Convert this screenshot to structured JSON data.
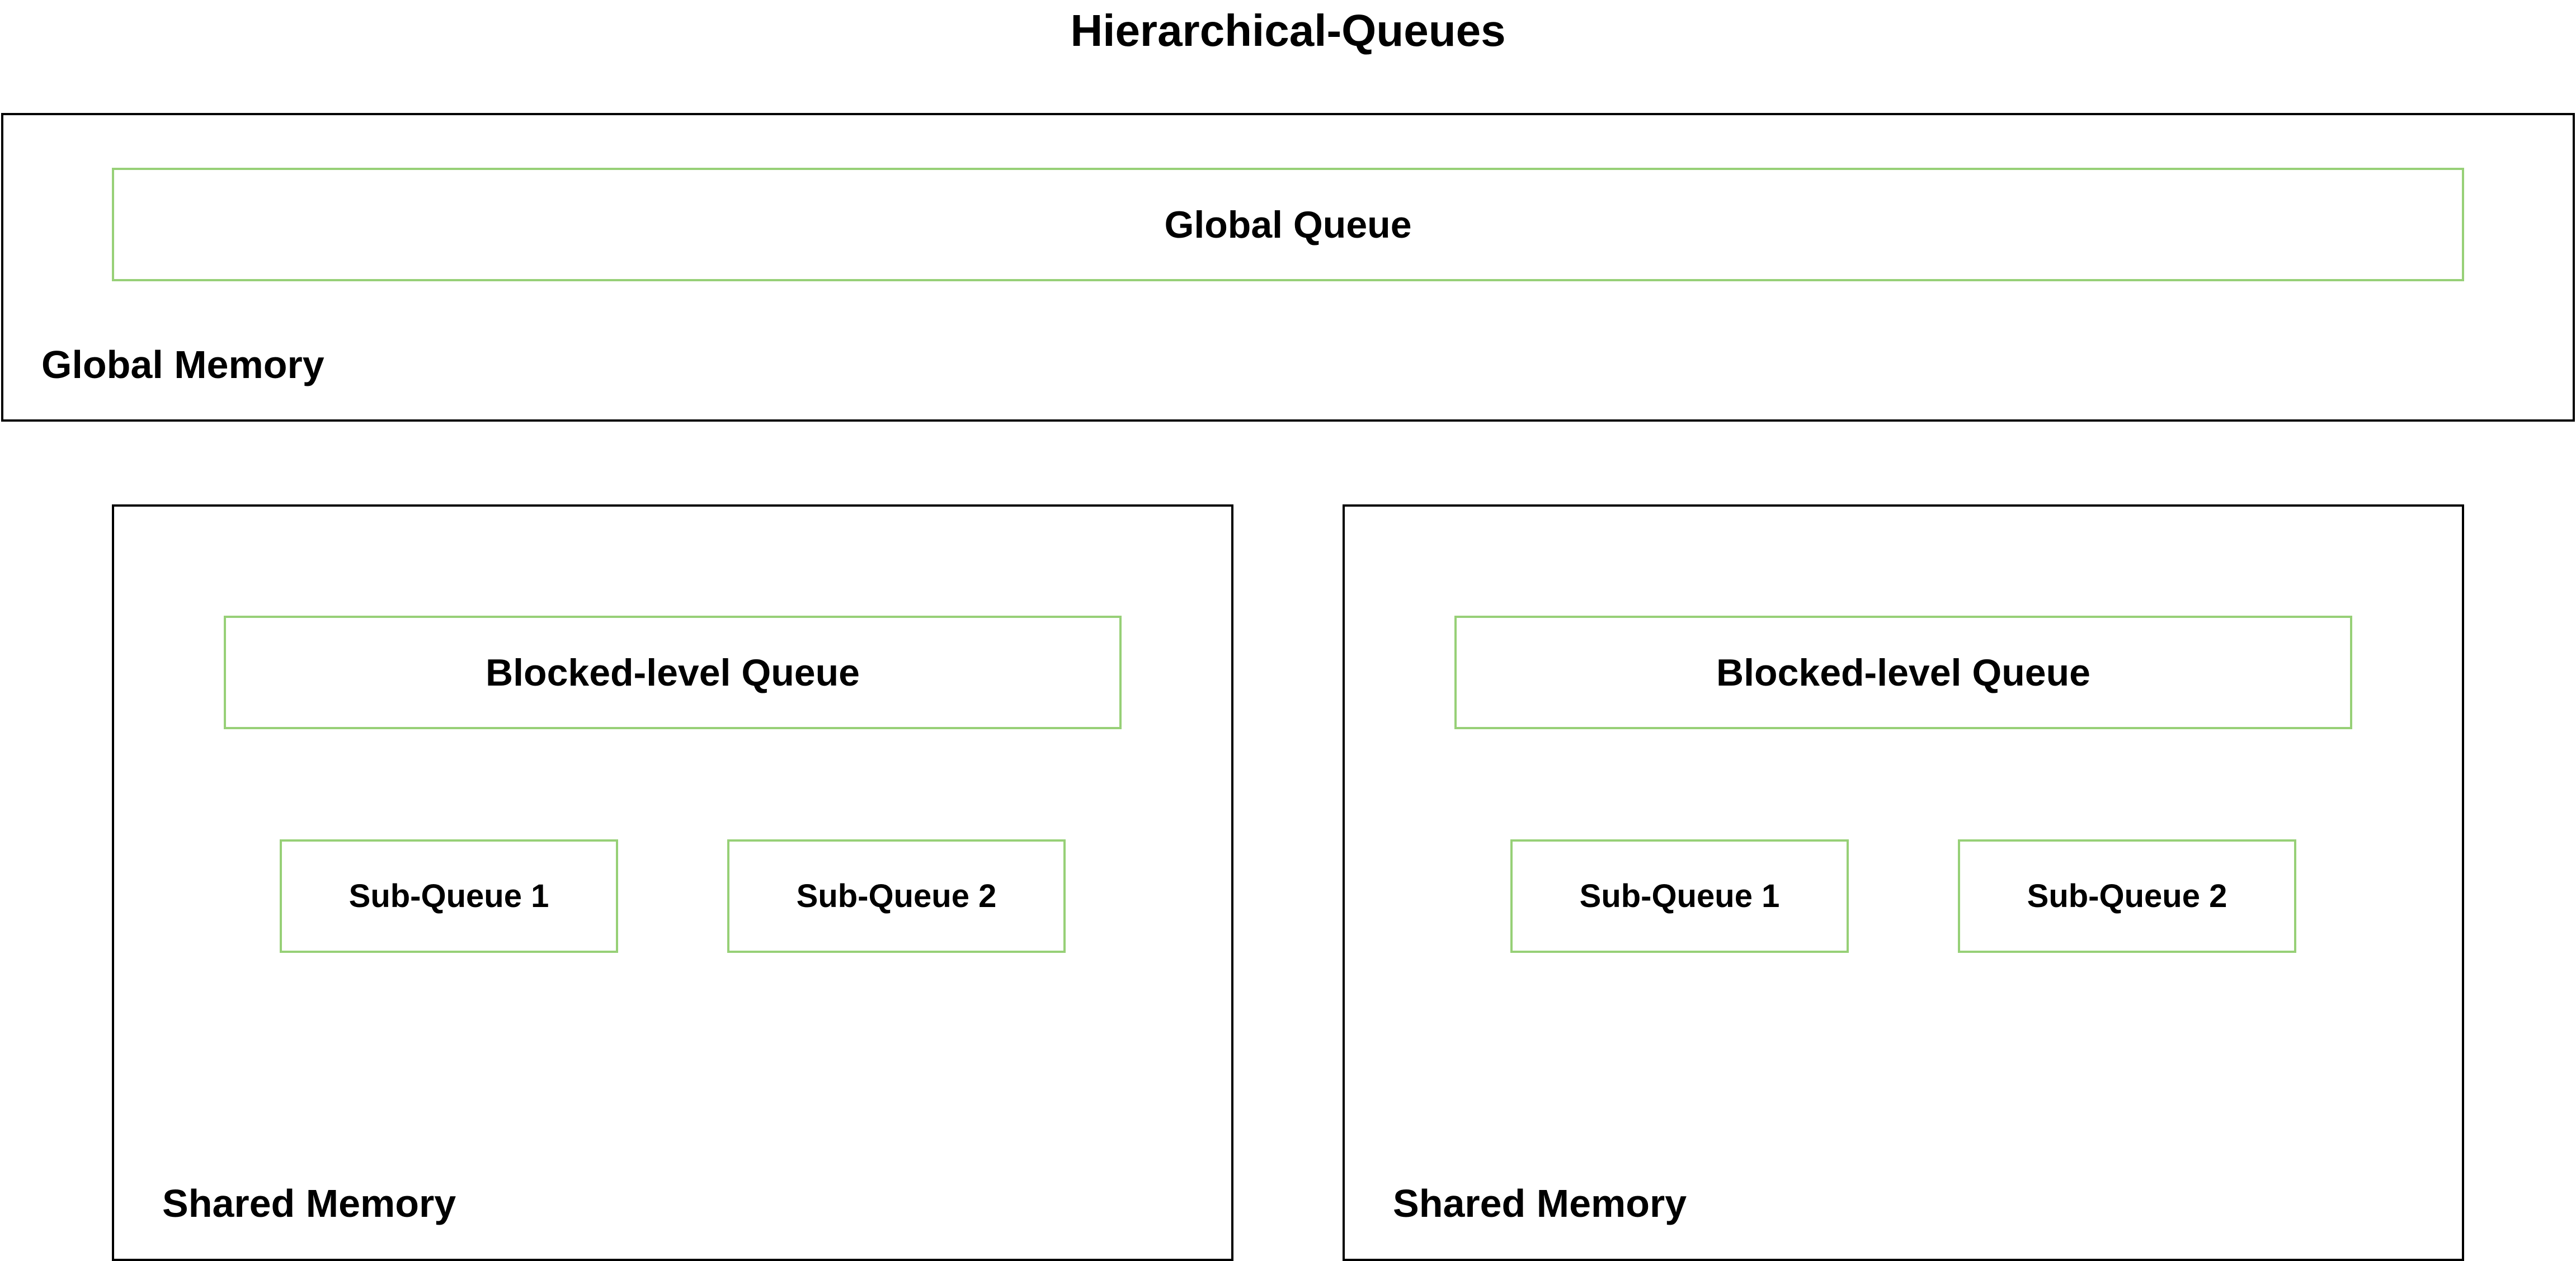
{
  "title": "Hierarchical-Queues",
  "colors": {
    "memory_border": "#000000",
    "queue_border": "#97d077",
    "background": "#ffffff"
  },
  "global_memory": {
    "label": "Global Memory",
    "queue_label": "Global Queue"
  },
  "shared_memories": [
    {
      "label": "Shared Memory",
      "block_queue_label": "Blocked-level Queue",
      "sub_queues": [
        "Sub-Queue 1",
        "Sub-Queue 2"
      ]
    },
    {
      "label": "Shared Memory",
      "block_queue_label": "Blocked-level Queue",
      "sub_queues": [
        "Sub-Queue 1",
        "Sub-Queue 2"
      ]
    }
  ]
}
